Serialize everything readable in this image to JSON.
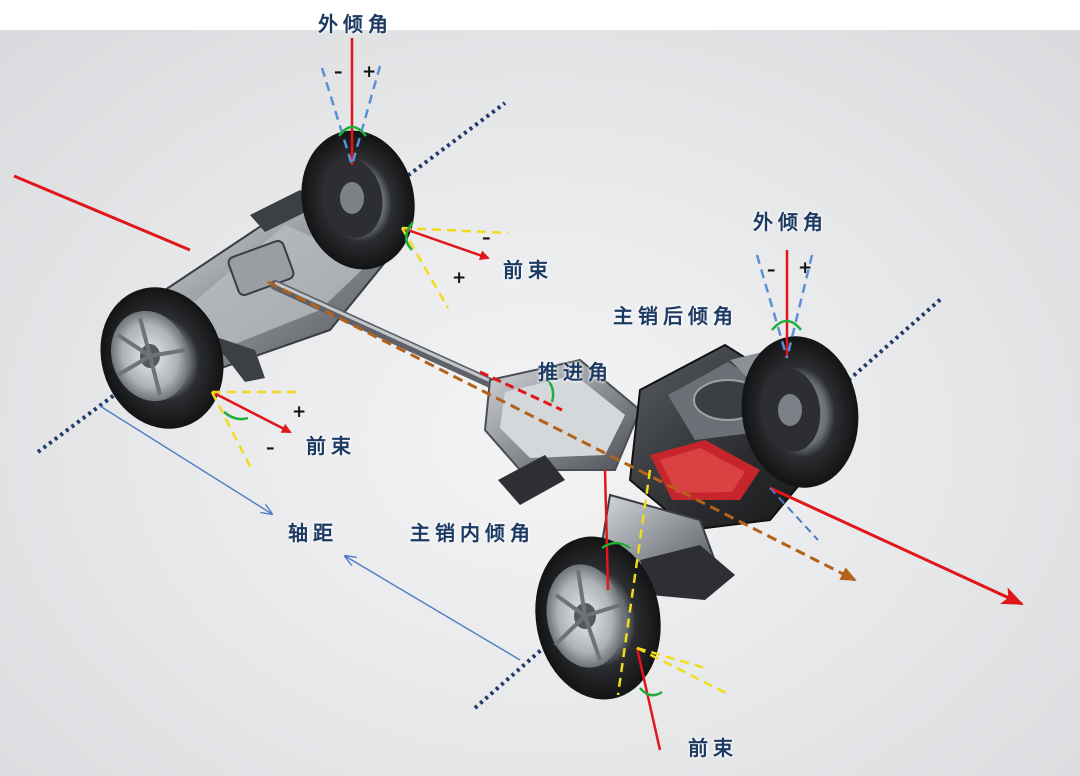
{
  "labels": {
    "camber_top": "外倾角",
    "camber_right": "外倾角",
    "toe_rear_top": "前束",
    "toe_rear_bottom": "前束",
    "toe_front": "前束",
    "caster": "主销后倾角",
    "thrust_angle": "推进角",
    "kingpin_inclination": "主销内倾角",
    "wheelbase": "轴距"
  },
  "signs": {
    "minus": "–",
    "plus": "+"
  },
  "colors": {
    "axis_red": "#e0161b",
    "camber_blue": "#5b8fd6",
    "toe_yellow": "#f0dc1c",
    "angle_green": "#1fae3b",
    "axis_dotted": "#1f3a6b",
    "thrust_orange": "#b4621a",
    "label_navy": "#1d3a63"
  }
}
